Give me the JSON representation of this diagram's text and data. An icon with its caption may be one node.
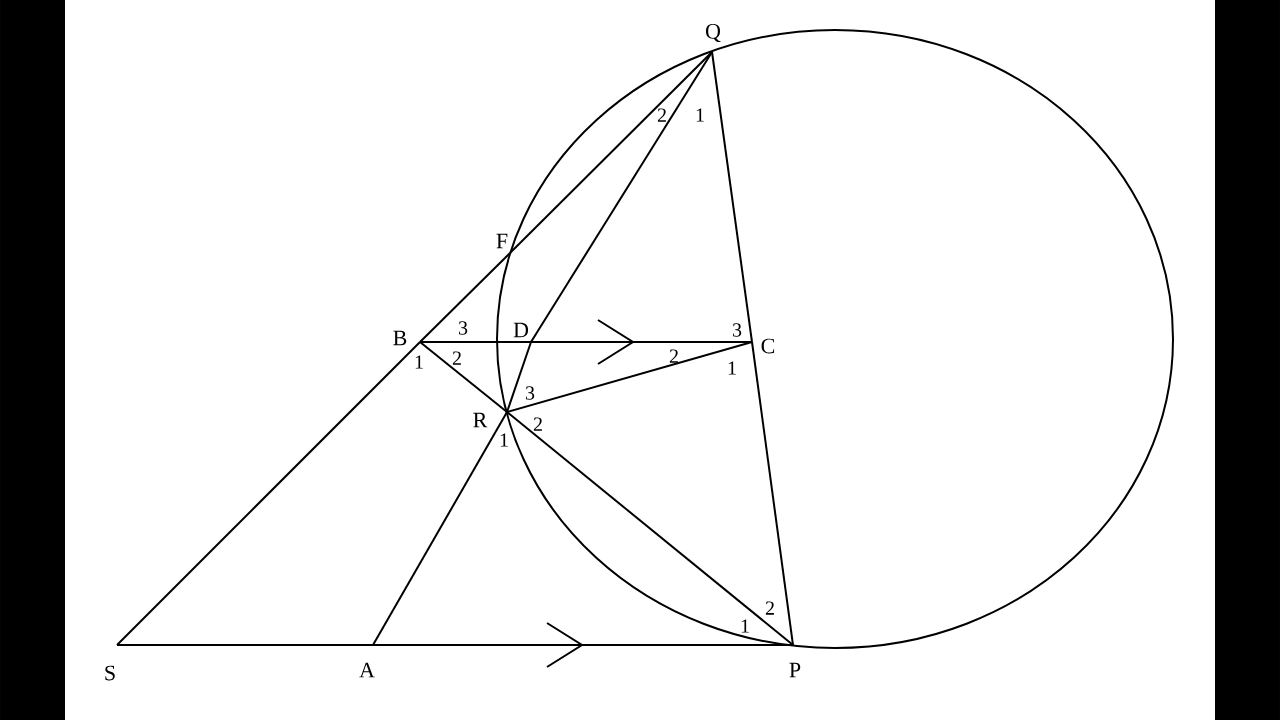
{
  "diagram": {
    "nodes": [
      {
        "text": [
          "Q"
        ]
      },
      {
        "text": [
          "F"
        ]
      },
      {
        "text": [
          "B"
        ]
      },
      {
        "text": [
          "D"
        ]
      },
      {
        "text": [
          "C"
        ]
      },
      {
        "text": [
          "R"
        ]
      },
      {
        "text": [
          "S"
        ]
      },
      {
        "text": [
          "A"
        ]
      },
      {
        "text": [
          "P"
        ]
      }
    ],
    "edges": [
      {
        "from": 6,
        "to": 2,
        "arrow": "none"
      },
      {
        "from": 2,
        "to": 1,
        "arrow": "none"
      },
      {
        "from": 1,
        "to": 0,
        "arrow": "none"
      },
      {
        "from": 6,
        "to": 7,
        "arrow": "none"
      },
      {
        "from": 7,
        "to": 8,
        "arrow": "none"
      },
      {
        "from": 7,
        "to": 5,
        "arrow": "none"
      },
      {
        "from": 5,
        "to": 3,
        "arrow": "none"
      },
      {
        "from": 3,
        "to": 0,
        "arrow": "none"
      },
      {
        "from": 2,
        "to": 3,
        "arrow": "none"
      },
      {
        "from": 3,
        "to": 4,
        "arrow": "none"
      },
      {
        "from": 2,
        "to": 5,
        "arrow": "none"
      },
      {
        "from": 5,
        "to": 8,
        "arrow": "none"
      },
      {
        "from": 5,
        "to": 4,
        "arrow": "none"
      },
      {
        "from": 0,
        "to": 4,
        "arrow": "none"
      },
      {
        "from": 4,
        "to": 8,
        "arrow": "none"
      }
    ],
    "labels": [
      "2",
      "1",
      "3",
      "3",
      "1",
      "2",
      "2",
      "1",
      "3",
      "2",
      "1",
      "2",
      "1"
    ]
  }
}
